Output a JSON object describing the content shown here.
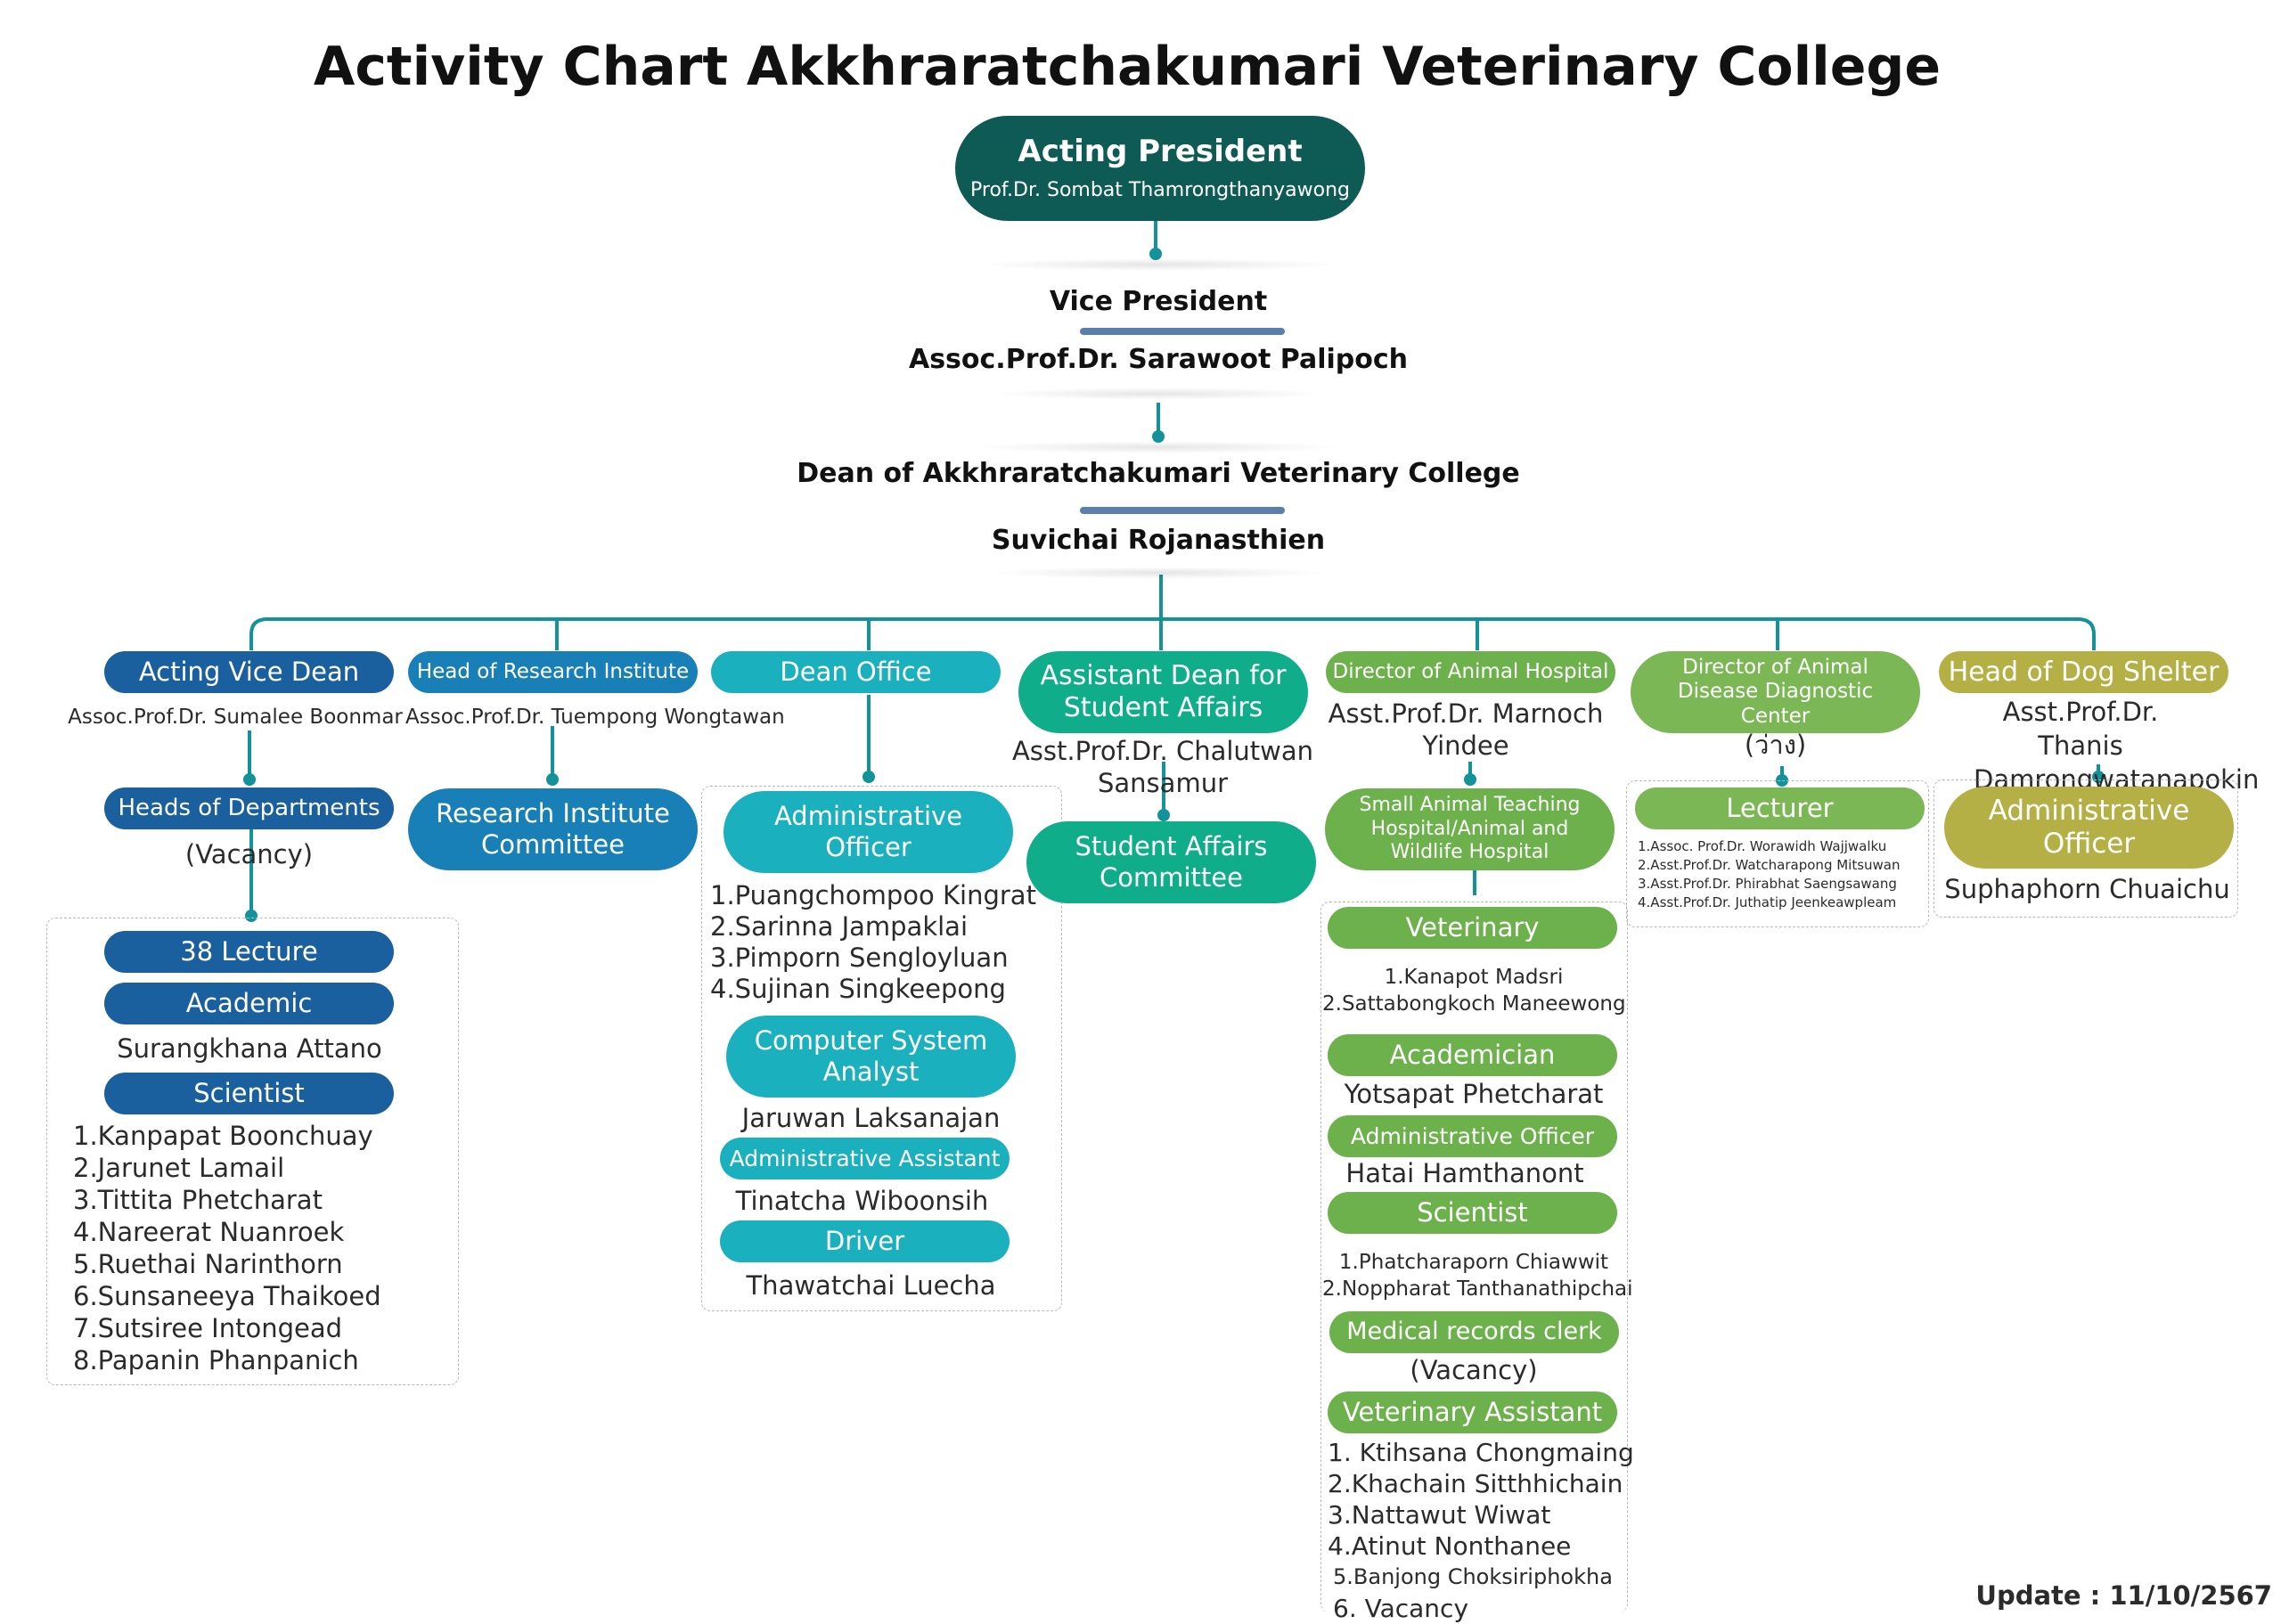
{
  "title": "Activity Chart Akkhraratchakumari Veterinary College",
  "president": {
    "role": "Acting President",
    "name": "Prof.Dr. Sombat Thamrongthanyawong"
  },
  "vice_president": {
    "role": "Vice President",
    "name": "Assoc.Prof.Dr. Sarawoot Palipoch"
  },
  "dean": {
    "role": "Dean of Akkhraratchakumari Veterinary College",
    "name": "Suvichai Rojanasthien"
  },
  "col1": {
    "head": "Acting Vice Dean",
    "head_name": "Assoc.Prof.Dr. Sumalee Boonmar",
    "sub": "Heads of Departments",
    "sub_name": "(Vacancy)",
    "lecture": "38 Lecture",
    "academic": "Academic",
    "academic_name": "Surangkhana Attano",
    "scientist": "Scientist",
    "scientists": [
      "1.Kanpapat Boonchuay",
      "2.Jarunet Lamail",
      "3.Tittita Phetcharat",
      "4.Nareerat Nuanroek",
      "5.Ruethai Narinthorn",
      "6.Sunsaneeya Thaikoed",
      "7.Sutsiree Intongead",
      "8.Papanin Phanpanich"
    ]
  },
  "col2": {
    "head": "Head of Research Institute",
    "head_name": "Assoc.Prof.Dr. Tuempong Wongtawan",
    "sub": "Research Institute Committee"
  },
  "col3": {
    "head": "Dean Office",
    "admin_officer": "Administrative Officer",
    "admin_officers": [
      "1.Puangchompoo Kingrat",
      "2.Sarinna Jampaklai",
      "3.Pimporn Sengloyluan",
      "4.Sujinan Singkeepong"
    ],
    "computer": "Computer System Analyst",
    "computer_name": "Jaruwan Laksanajan",
    "admin_assistant": "Administrative Assistant",
    "admin_assistant_name": "Tinatcha Wiboonsih",
    "driver": "Driver",
    "driver_name": "Thawatchai Luecha"
  },
  "col4": {
    "head": "Assistant Dean for Student Affairs",
    "head_name": "Asst.Prof.Dr. Chalutwan Sansamur",
    "sub": "Student Affairs Committee"
  },
  "col5": {
    "head": "Director of Animal Hospital",
    "head_name": "Asst.Prof.Dr. Marnoch Yindee",
    "sub": "Small Animal Teaching Hospital/Animal and Wildlife Hospital",
    "veterinary": "Veterinary",
    "veterinarians": [
      "1.Kanapot Madsri",
      "2.Sattabongkoch Maneewong"
    ],
    "academician": "Academician",
    "academician_name": "Yotsapat Phetcharat",
    "admin_officer": "Administrative Officer",
    "admin_officer_name": "Hatai Hamthanont",
    "scientist": "Scientist",
    "scientists": [
      "1.Phatcharaporn Chiawwit",
      "2.Noppharat Tanthanathipchai"
    ],
    "medical": "Medical records clerk",
    "medical_name": "(Vacancy)",
    "vet_assistant": "Veterinary Assistant",
    "vet_assistants": [
      "1. Ktihsana Chongmaing",
      "2.Khachain Sitthhichain",
      "3.Nattawut Wiwat",
      "4.Atinut Nonthanee",
      "5.Banjong Choksiriphokha",
      "6. Vacancy"
    ]
  },
  "col6": {
    "head": "Director of Animal Disease Diagnostic Center",
    "head_name": "(ว่าง)",
    "lecturer": "Lecturer",
    "lecturers": [
      "1.Assoc. Prof.Dr. Worawidh Wajjwalku",
      "2.Asst.Prof.Dr. Watcharapong Mitsuwan",
      "3.Asst.Prof.Dr. Phirabhat Saengsawang",
      "4.Asst.Prof.Dr. Juthatip Jeenkeawpleam"
    ]
  },
  "col7": {
    "head": "Head of Dog Shelter",
    "head_name": "Asst.Prof.Dr. Thanis Damrongwatanapokin",
    "sub": "Administrative Officer",
    "sub_name": "Suphaphorn Chuaichu"
  },
  "update": "Update : 11/10/2567",
  "colors": {
    "connector": "#13929a",
    "president": "#0e5a55",
    "blue": "#1a5f9e",
    "teal": "#1bb0bd",
    "green": "#6cb14b",
    "olive": "#b5b045"
  }
}
